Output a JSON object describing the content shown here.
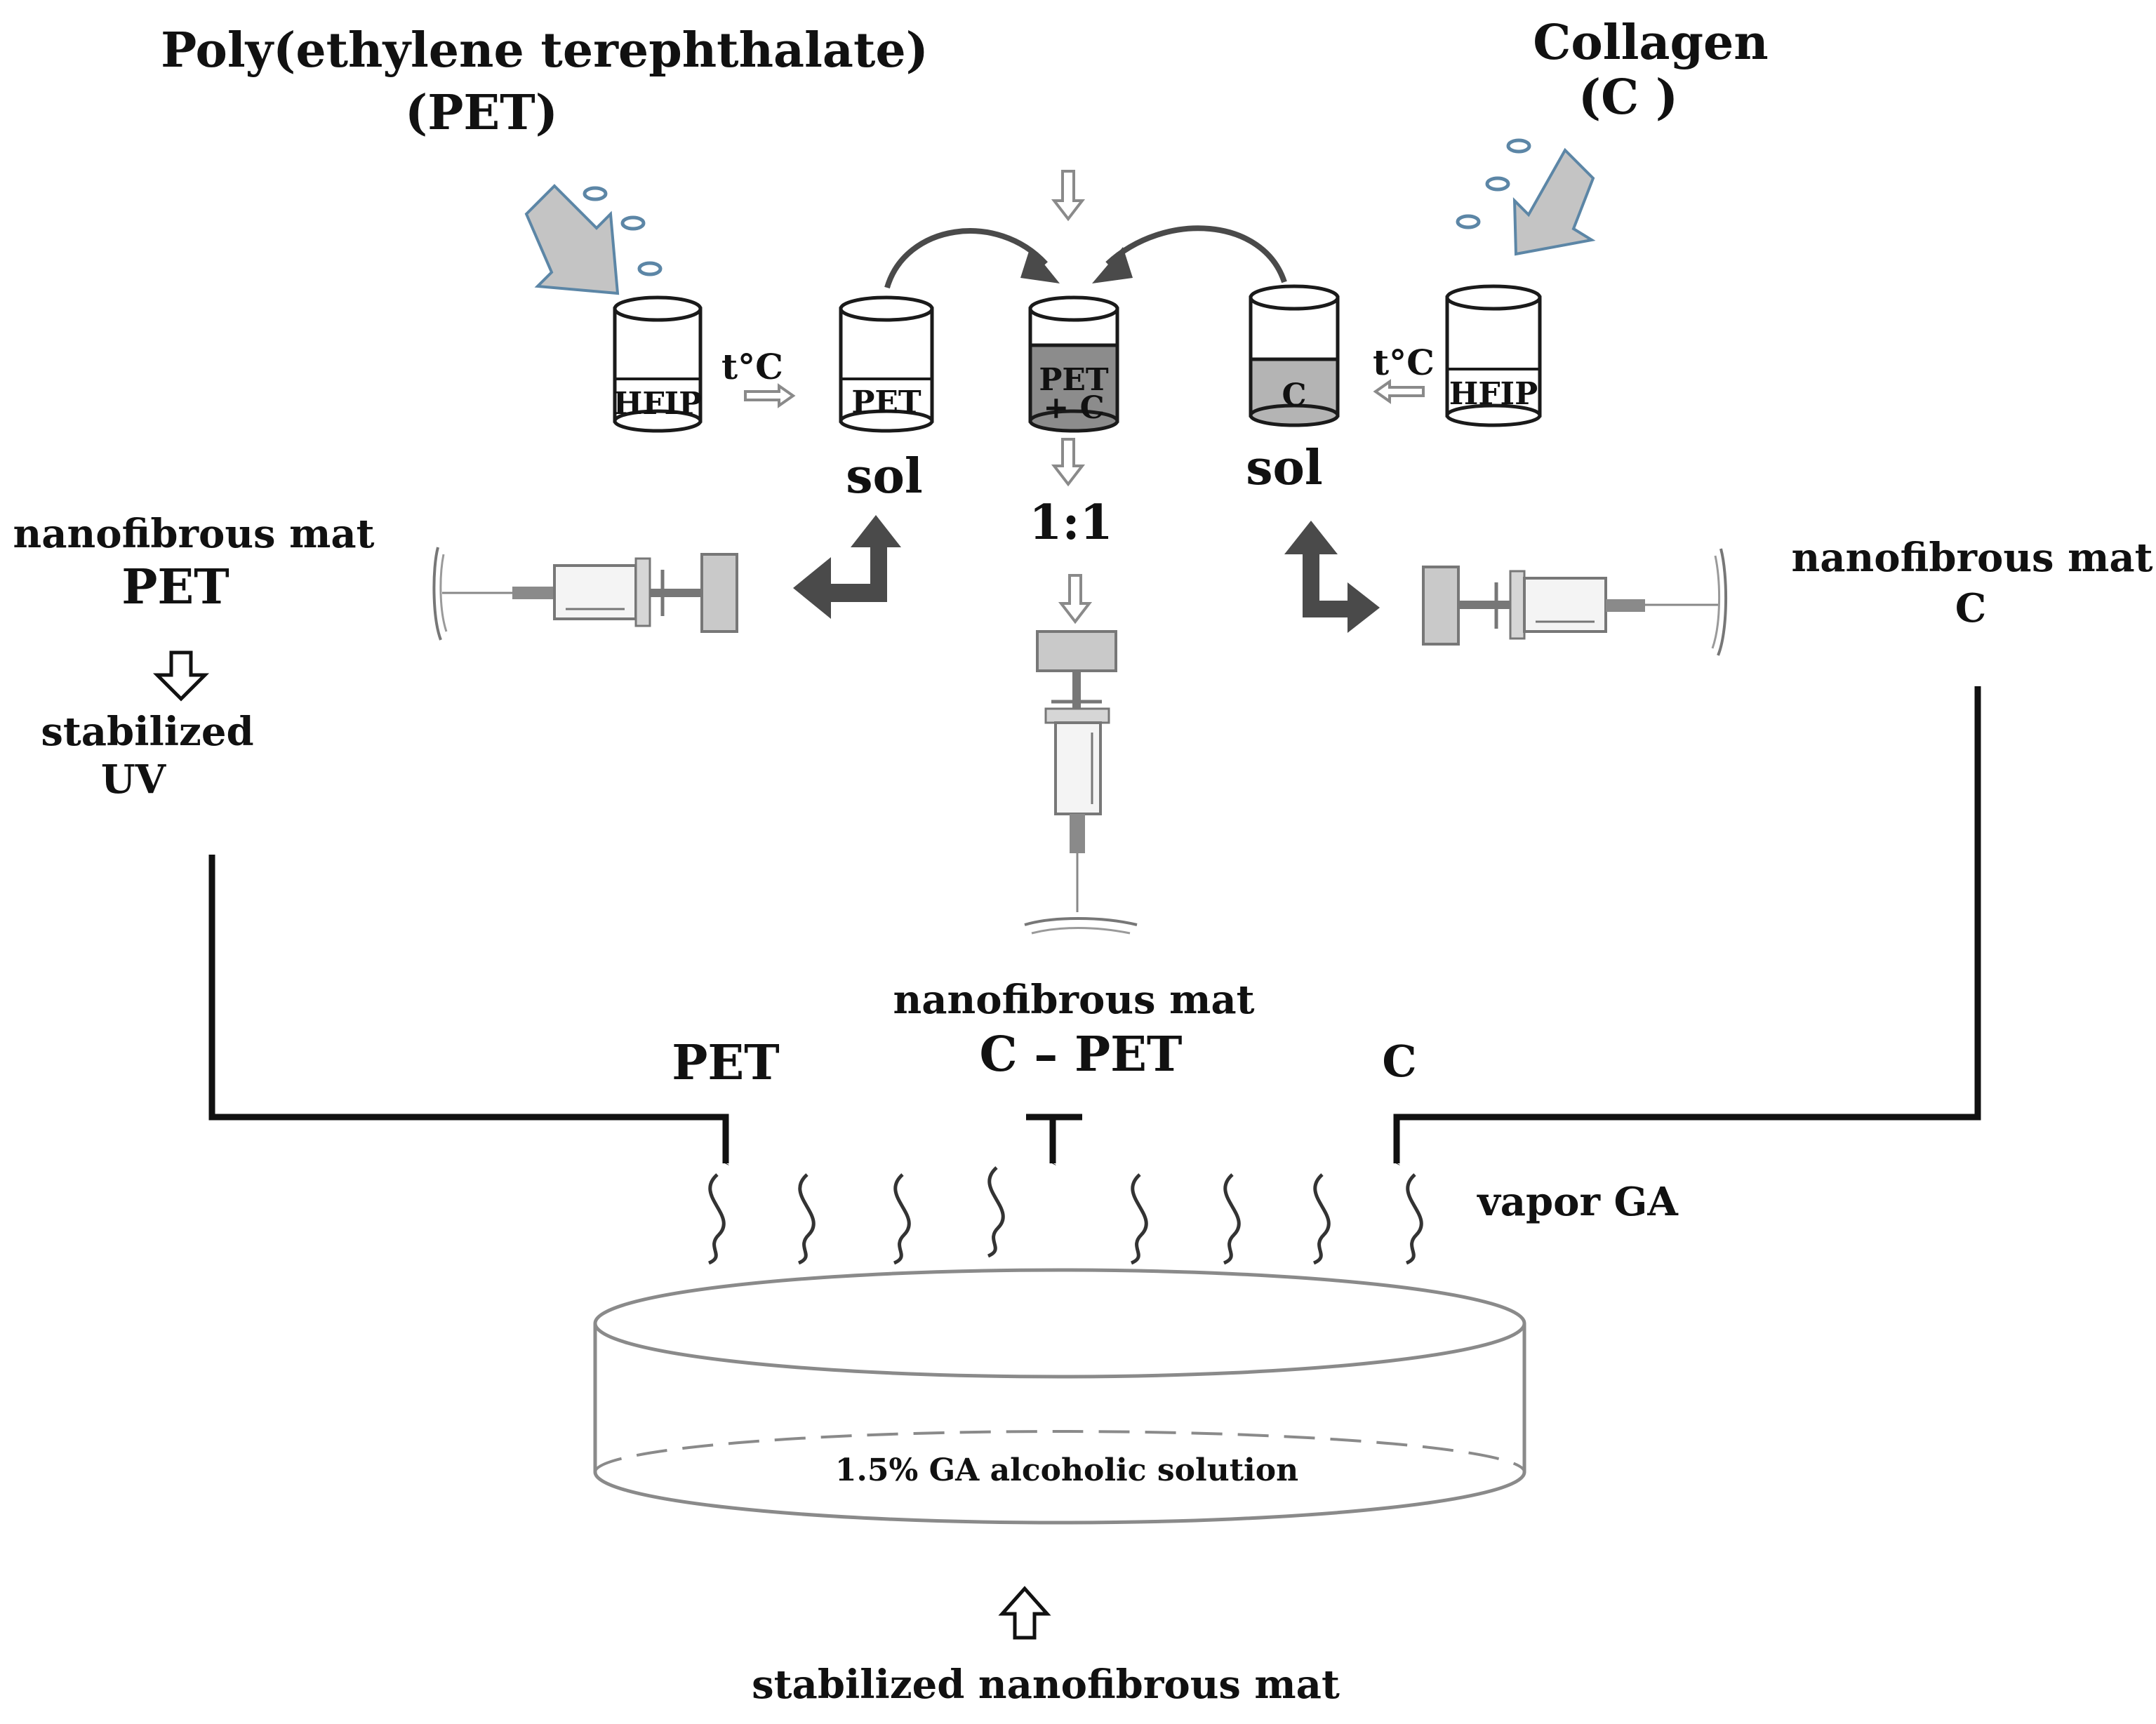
{
  "labels": {
    "pet_source_line1": "Poly(ethylene terephthalate)",
    "pet_source_line2": "(PET)",
    "collagen_line1": "Collagen",
    "collagen_line2": "(C )",
    "beaker_hfip": "HFIP",
    "beaker_pet": "PET",
    "beaker_mix_line1": "PET",
    "beaker_mix_line2": "+ C",
    "beaker_c": "C",
    "temp_label": "t°C",
    "sol": "sol",
    "ratio": "1:1",
    "left_mat_line1": "nanofibrous mat",
    "left_mat_line2": "PET",
    "stabilized_line1": "stabilized",
    "stabilized_line2": "UV",
    "right_mat_line1": "nanofibrous mat",
    "right_mat_line2": "C",
    "center_mat_line1": "nanofibrous mat",
    "center_mat_line2": "C – PET",
    "bottom_pet": "PET",
    "bottom_c": "C",
    "vapor": "vapor GA",
    "solution": "1.5% GA alcoholic solution",
    "footer": "stabilized  nanofibrous mat"
  },
  "colors": {
    "blue_accent": "#5c86a6",
    "gray_fill": "#b4b4b4",
    "dark_arrow": "#4a4a4a",
    "line": "#111111"
  },
  "icons": [
    "blue-pour-arrow",
    "solvent-droplet",
    "beaker",
    "curved-arrow",
    "syringe",
    "elbow-arrow",
    "vapor-wave",
    "petri-dish"
  ]
}
